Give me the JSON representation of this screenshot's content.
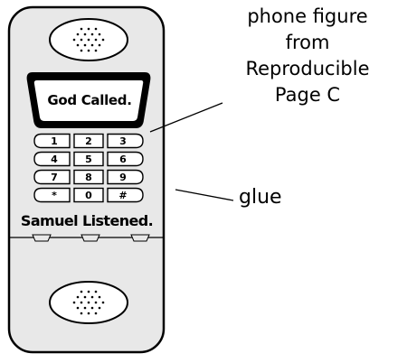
{
  "phone": {
    "screen_text": "God Called.",
    "keypad": [
      [
        "1",
        "2",
        "3"
      ],
      [
        "4",
        "5",
        "6"
      ],
      [
        "7",
        "8",
        "9"
      ],
      [
        "*",
        "0",
        "#"
      ]
    ],
    "caption": "Samuel Listened."
  },
  "annotations": {
    "phone_figure_lines": [
      "phone figure",
      "from",
      "Reproducible",
      "Page C"
    ],
    "glue": "glue"
  },
  "colors": {
    "body_fill": "#e8e8e8",
    "stroke": "#000000",
    "screen_fill": "#ffffff"
  }
}
